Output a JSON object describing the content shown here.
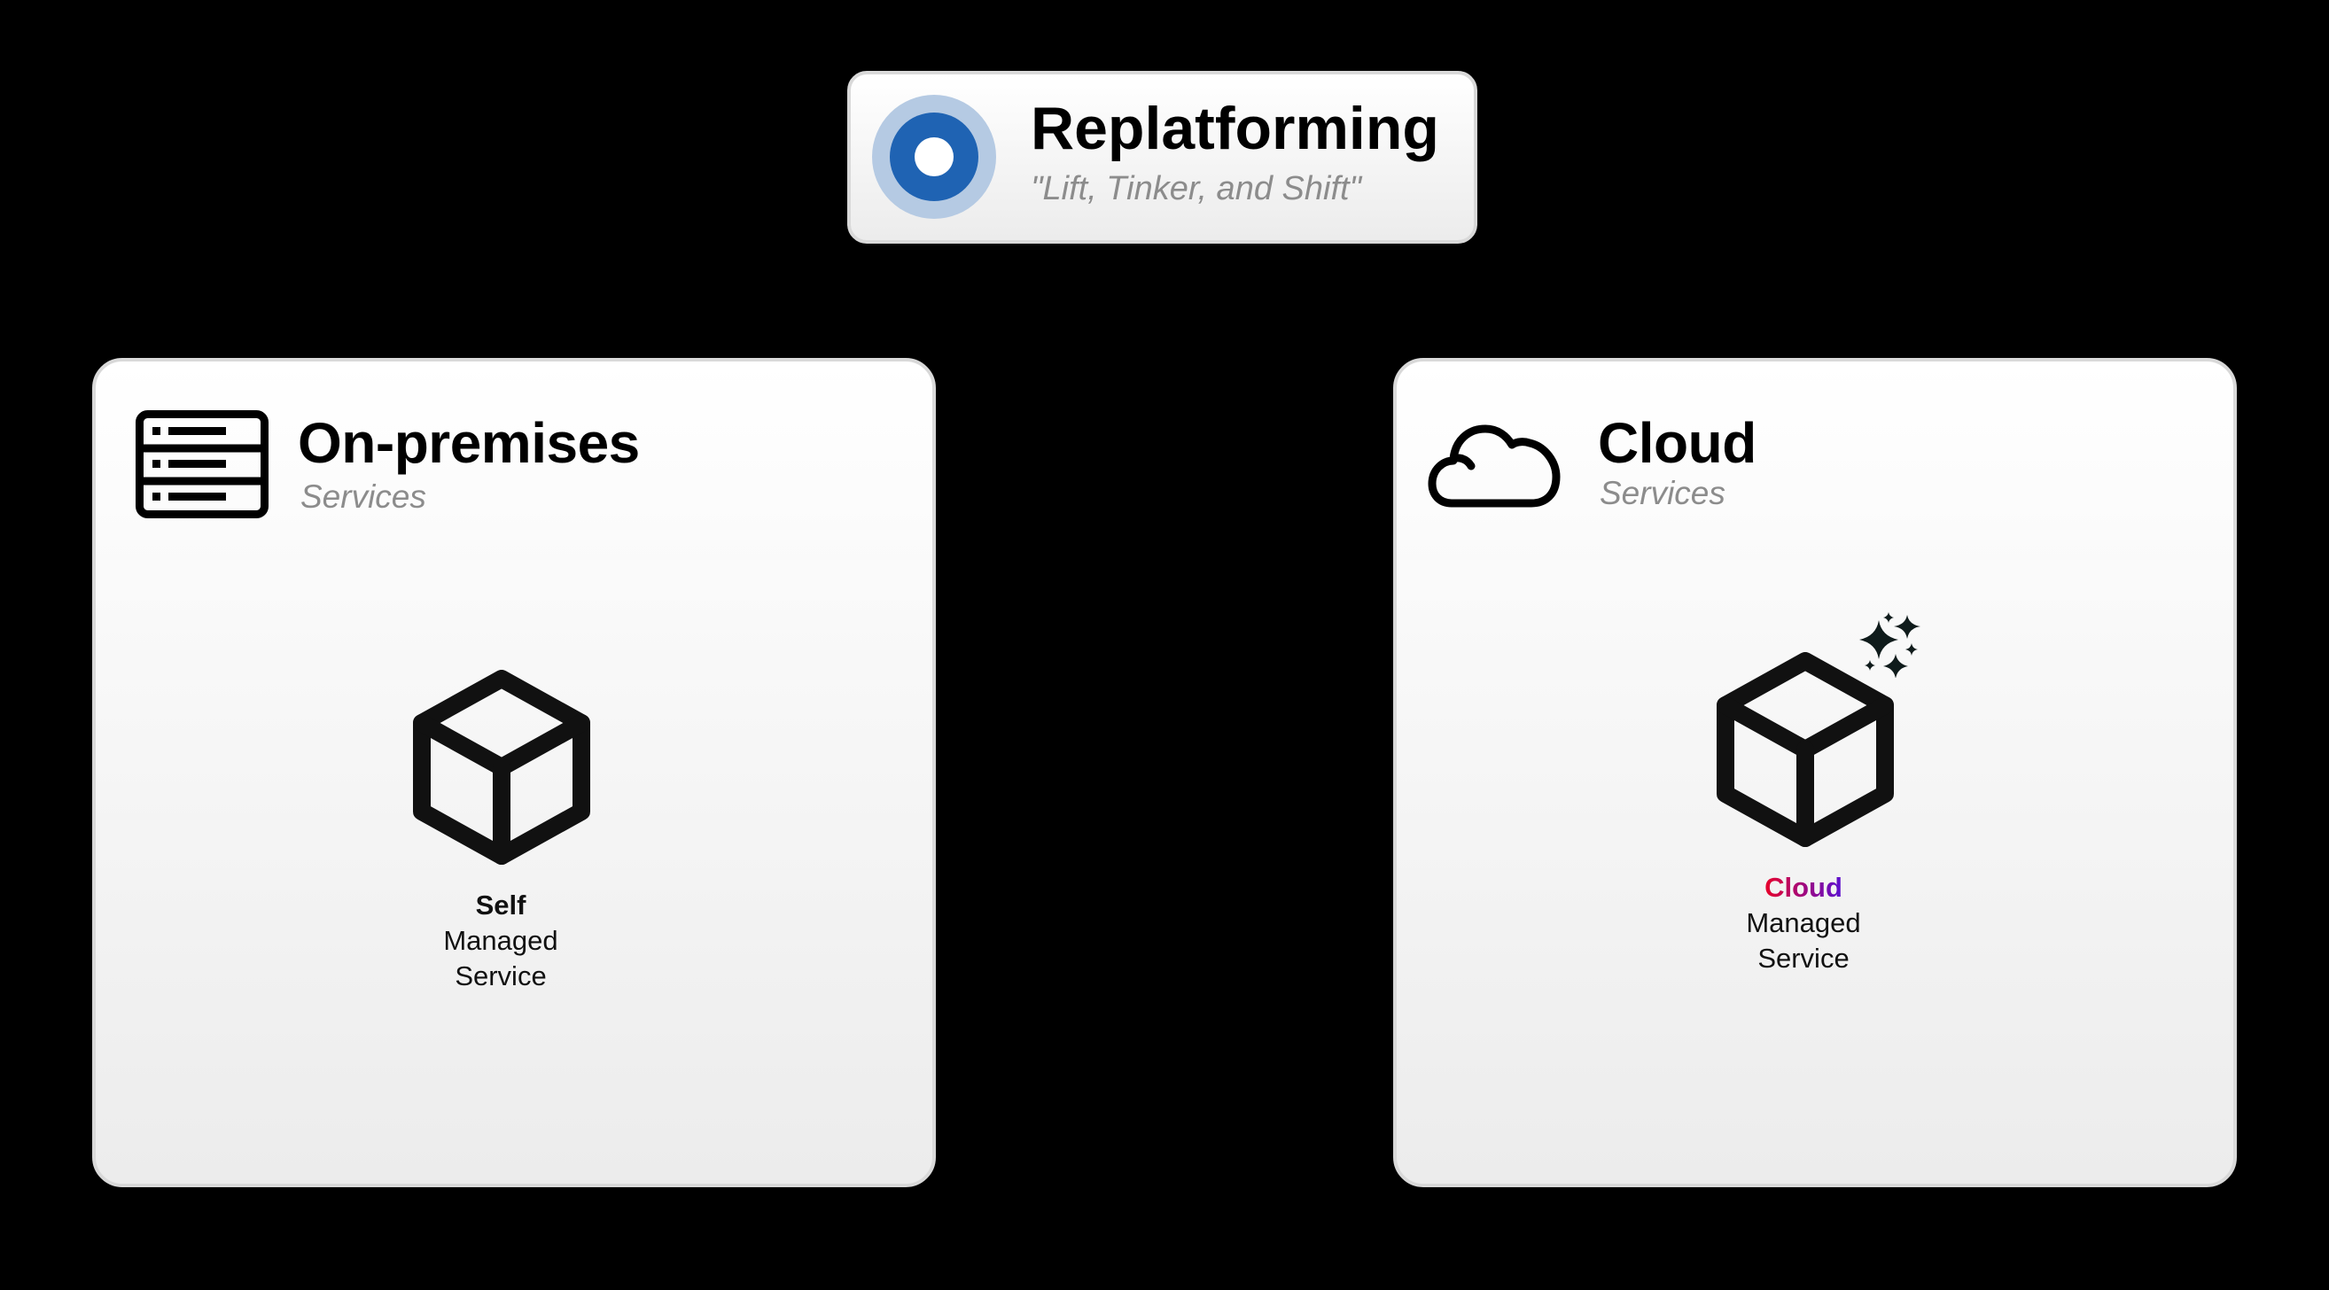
{
  "header": {
    "title": "Replatforming",
    "subtitle": "\"Lift, Tinker, and Shift\"",
    "icon": "target-icon",
    "icon_colors": {
      "outer": "#B5CAE3",
      "middle": "#1F63B3",
      "inner": "#FFFFFF"
    }
  },
  "cards": [
    {
      "title": "On-premises",
      "subtitle": "Services",
      "icon": "server-icon",
      "service": {
        "icon": "cube-icon",
        "line1": "Self",
        "line2": "Managed",
        "line3": "Service"
      }
    },
    {
      "title": "Cloud",
      "subtitle": "Services",
      "icon": "cloud-icon",
      "service": {
        "icon": "cube-sparkles-icon",
        "line1": "Cloud",
        "line2": "Managed",
        "line3": "Service",
        "line1_gradient": [
          "#E8002A",
          "#5A10D2"
        ]
      }
    }
  ]
}
